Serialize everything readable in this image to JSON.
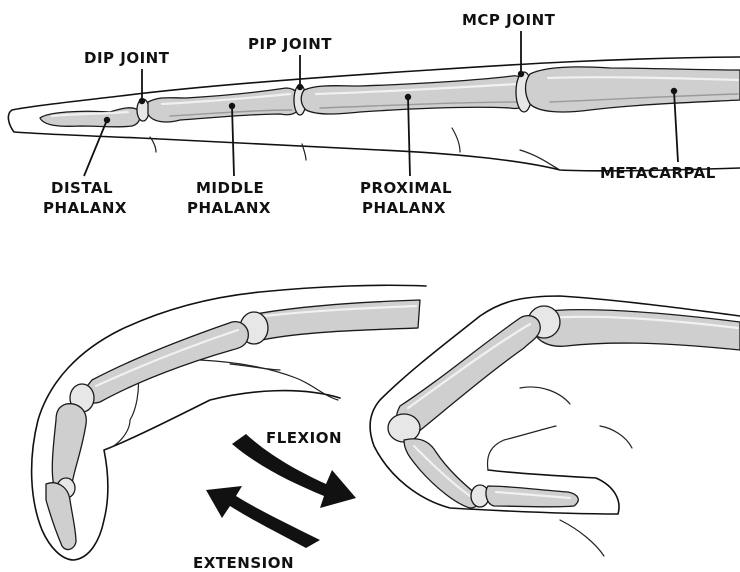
{
  "labels": {
    "dip_joint": "DIP JOINT",
    "pip_joint": "PIP JOINT",
    "mcp_joint": "MCP JOINT",
    "metacarpal": "METACARPAL",
    "distal_phalanx_1": "DISTAL",
    "distal_phalanx_2": "PHALANX",
    "middle_phalanx_1": "MIDDLE",
    "middle_phalanx_2": "PHALANX",
    "proximal_phalanx_1": "PROXIMAL",
    "proximal_phalanx_2": "PHALANX",
    "flexion": "FLEXION",
    "extension": "EXTENSION"
  },
  "colors": {
    "ink": "#111111",
    "bone": "#cfcfcf",
    "background": "#ffffff"
  }
}
